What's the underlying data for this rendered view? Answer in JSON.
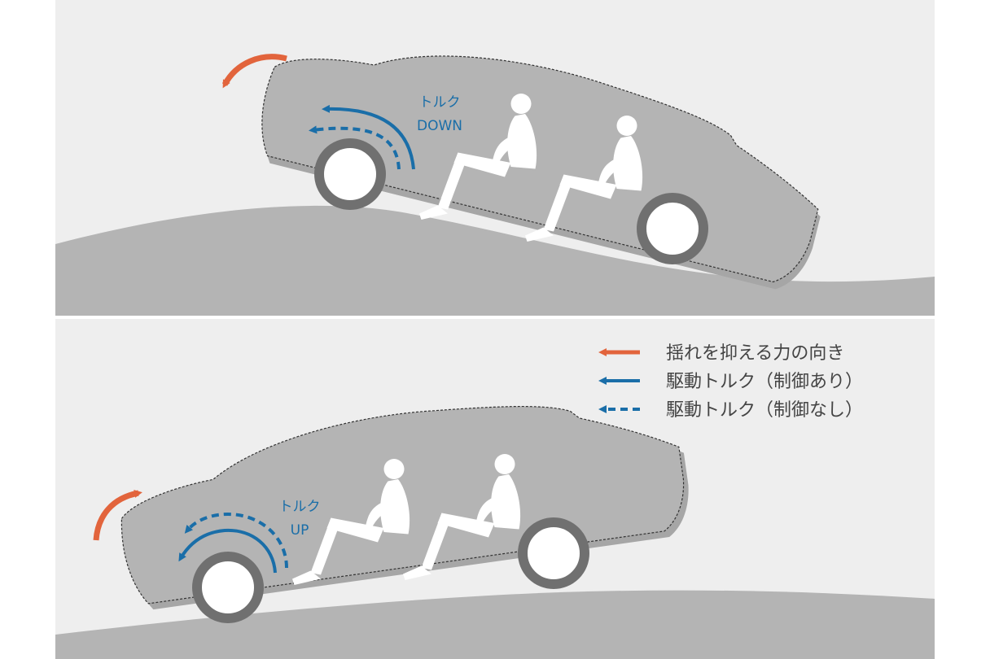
{
  "colors": {
    "background": "#ffffff",
    "panel": "#eeeeee",
    "ground": "#b4b4b4",
    "car_body": "#b4b4b4",
    "car_shadow": "#a6a6a6",
    "tire": "#707070",
    "passenger": "#ffffff",
    "suppression_arrow": "#e2643c",
    "torque_arrow": "#1a6ea8",
    "legend_text": "#444444"
  },
  "top_panel": {
    "torque_label_line1": "トルク",
    "torque_label_line2": "DOWN"
  },
  "bottom_panel": {
    "torque_label_line1": "トルク",
    "torque_label_line2": "UP"
  },
  "legend": {
    "items": [
      {
        "icon": "orange-arrow-icon",
        "label": "揺れを抑える力の向き"
      },
      {
        "icon": "blue-solid-arrow-icon",
        "label": "駆動トルク（制御あり）"
      },
      {
        "icon": "blue-dashed-arrow-icon",
        "label": "駆動トルク（制御なし）"
      }
    ]
  }
}
